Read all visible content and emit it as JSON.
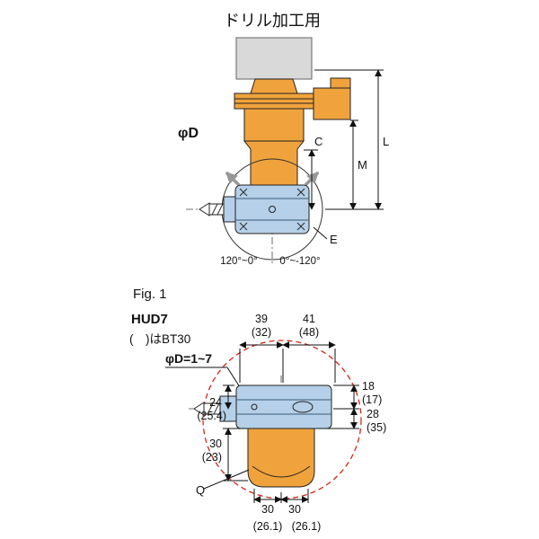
{
  "title": "ドリル加工用",
  "fig": {
    "label": "Fig. 1",
    "model": "HUD7",
    "note": "(　)はBT30"
  },
  "top_view": {
    "phi_d_label": "φD",
    "c_label": "C",
    "m_label": "M",
    "l_label": "L",
    "e_label": "E",
    "angle_left": "120°~0°",
    "angle_right": "0°~-120°"
  },
  "bottom_view": {
    "range_label": "φD=1~7",
    "top_width_a": "39",
    "top_width_a_alt": "(32)",
    "top_width_b": "41",
    "top_width_b_alt": "(48)",
    "right_upper": "18",
    "right_upper_alt": "(17)",
    "right_lower": "28",
    "right_lower_alt": "(35)",
    "left_upper": "24",
    "left_upper_alt": "(25.4)",
    "left_lower": "30",
    "left_lower_alt": "(23)",
    "q_label": "Q",
    "bottom_a": "30",
    "bottom_a_alt": "(26.1)",
    "bottom_b": "30",
    "bottom_b_alt": "(26.1)"
  },
  "colors": {
    "body_orange": "#f0a33c",
    "head_blue": "#b5d0e8",
    "accent_red": "#d02818",
    "model_blue": "#1677c0",
    "spindle_gray": "#d9d9d9",
    "arrow_gray": "#979797"
  }
}
